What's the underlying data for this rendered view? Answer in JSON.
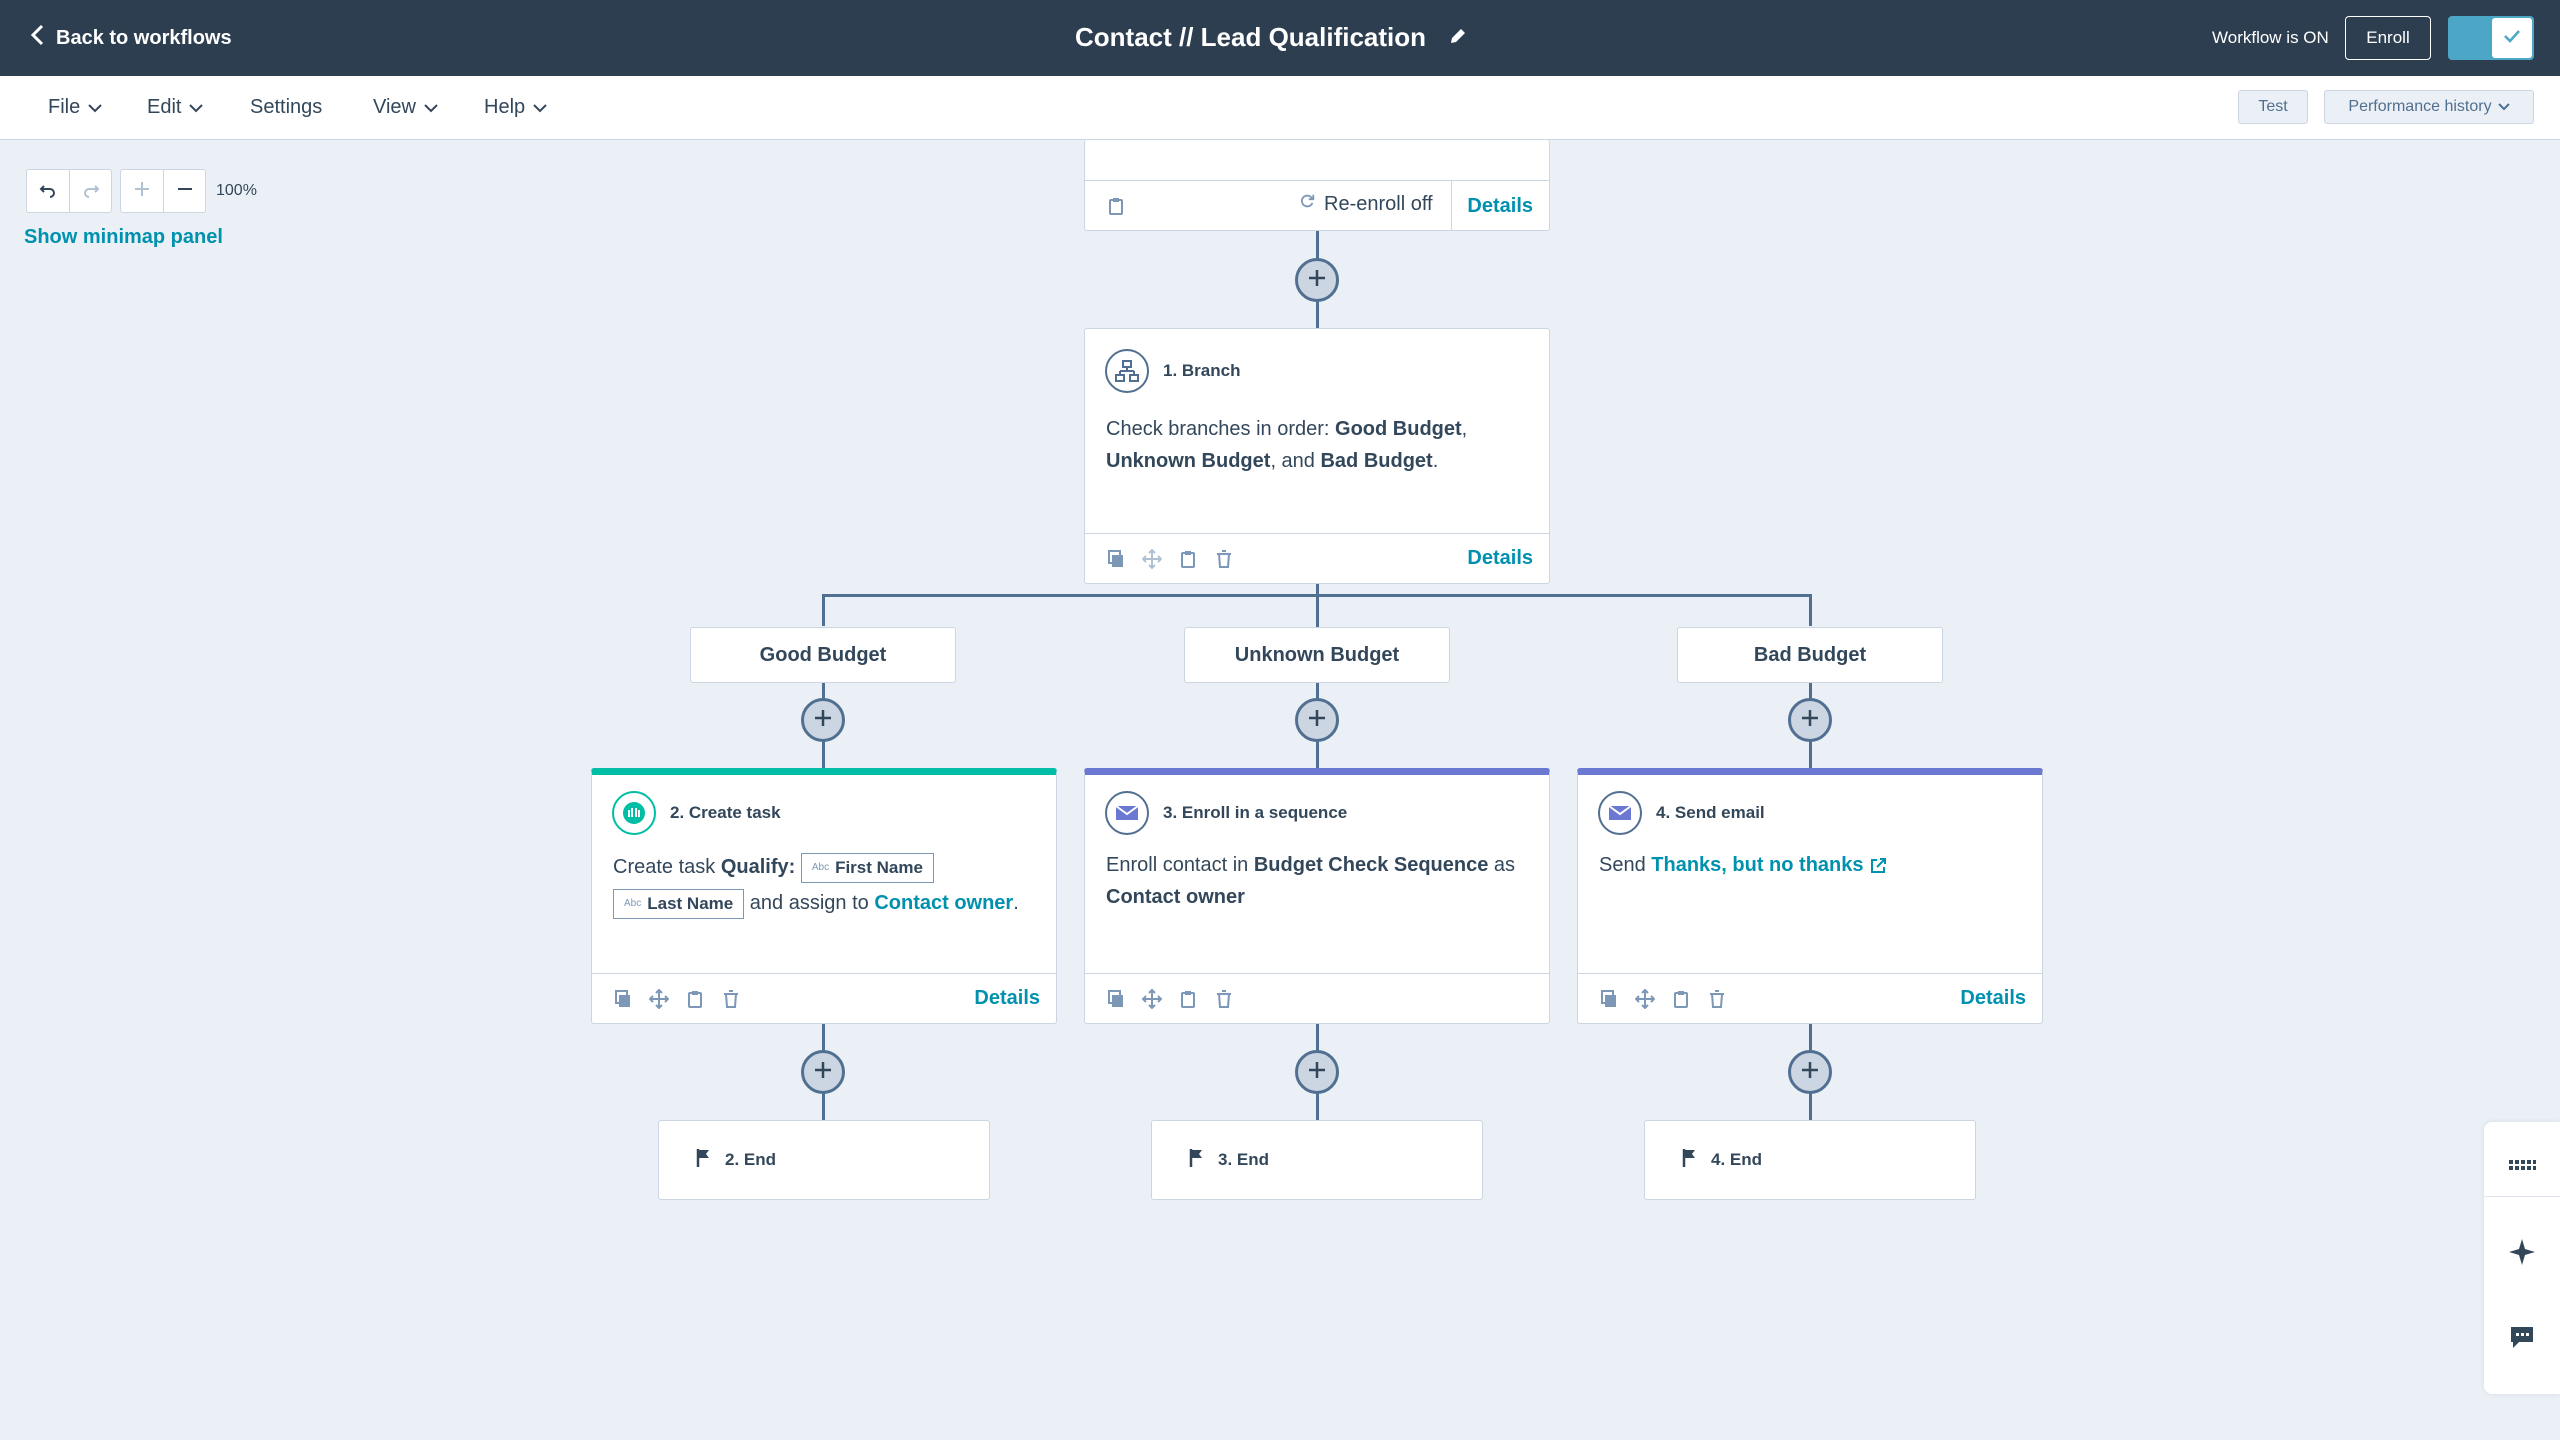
{
  "header": {
    "back_label": "Back to workflows",
    "title": "Contact // Lead Qualification",
    "status": "Workflow is ON",
    "enroll_label": "Enroll"
  },
  "menu": {
    "items": [
      "File",
      "Edit",
      "Settings",
      "View",
      "Help"
    ],
    "test_label": "Test",
    "performance_label": "Performance history"
  },
  "canvas": {
    "zoom": "100%",
    "minimap_label": "Show minimap panel"
  },
  "trigger": {
    "reenroll": "Re-enroll off",
    "details": "Details"
  },
  "branch": {
    "label": "1. Branch",
    "body_prefix": "Check branches in order: ",
    "b1": "Good Budget",
    "sep1": ",",
    "b2": "Unknown Budget",
    "sep2": ", and ",
    "b3": "Bad Budget",
    "end": ".",
    "details": "Details",
    "branches": [
      "Good Budget",
      "Unknown Budget",
      "Bad Budget"
    ]
  },
  "actions": {
    "task": {
      "label": "2. Create task",
      "prefix": "Create task ",
      "task_name": "Qualify:",
      "token1": "First Name",
      "token2": "Last Name",
      "mid": " and assign to ",
      "assignee": "Contact owner",
      "end": ".",
      "token_type": "Abc",
      "details": "Details"
    },
    "sequence": {
      "label": "3. Enroll in a sequence",
      "prefix": "Enroll contact in ",
      "sequence_name": "Budget Check Sequence",
      "mid": " as ",
      "owner": "Contact owner"
    },
    "email": {
      "label": "4. Send email",
      "prefix": "Send ",
      "email_name": "Thanks, but no thanks",
      "details": "Details"
    }
  },
  "ends": [
    "2. End",
    "3. End",
    "4. End"
  ],
  "colors": {
    "header_bg": "#2d3e50",
    "canvas_bg": "#eaf0f6",
    "link": "#0091ae",
    "task_accent": "#00bda5",
    "email_accent": "#6a78d1",
    "toggle_on": "#4ba7c5"
  }
}
